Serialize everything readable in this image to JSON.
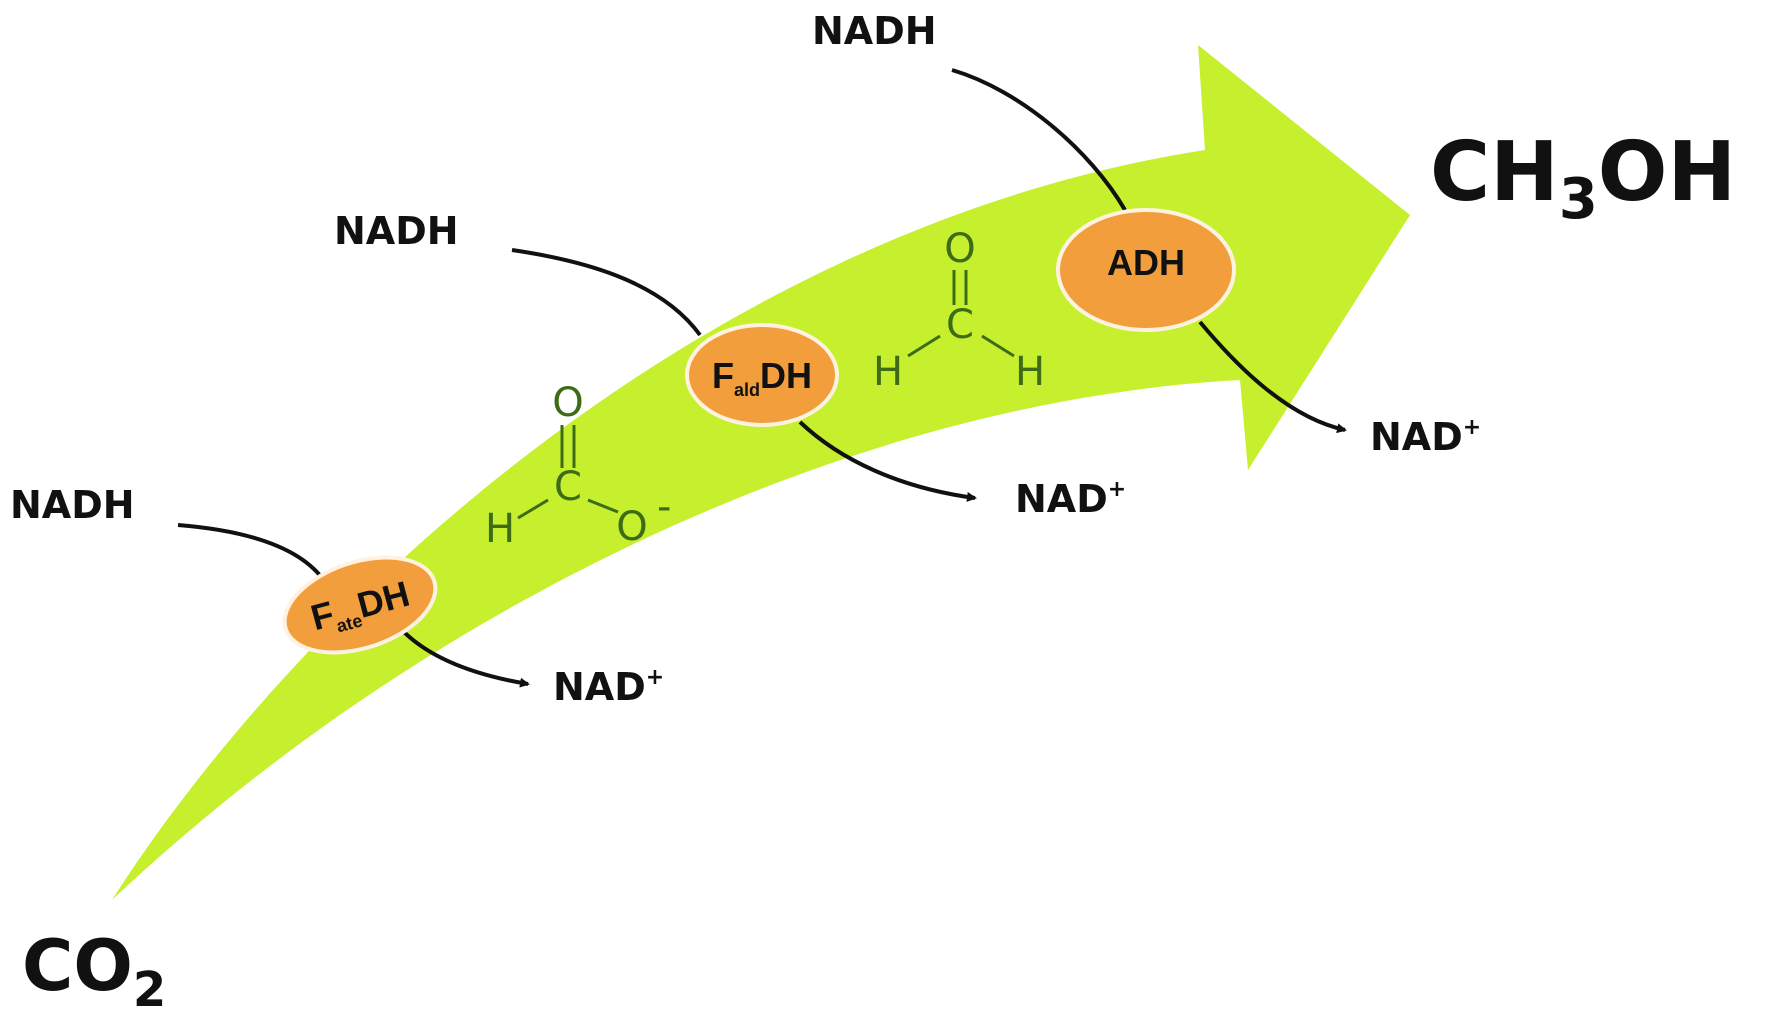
{
  "colors": {
    "arrow": "#c6f02e",
    "enzyme_fill": "#f29e3c",
    "enzyme_stroke": "#fff2e0",
    "molecule": "#3d6b16",
    "text": "#111111"
  },
  "substrate": {
    "main": "CO",
    "sub": "2"
  },
  "product": {
    "main1": "CH",
    "sub": "3",
    "main2": "OH"
  },
  "steps": [
    {
      "enzyme": {
        "prefix": "F",
        "sub": "ate",
        "suffix": "DH"
      },
      "cofactor_in": "NADH",
      "cofactor_out": "NAD",
      "cofactor_out_sup": "+"
    },
    {
      "enzyme": {
        "prefix": "F",
        "sub": "ald",
        "suffix": "DH"
      },
      "cofactor_in": "NADH",
      "cofactor_out": "NAD",
      "cofactor_out_sup": "+"
    },
    {
      "enzyme": {
        "prefix": "",
        "sub": "",
        "suffix": "ADH"
      },
      "cofactor_in": "NADH",
      "cofactor_out": "NAD",
      "cofactor_out_sup": "+"
    }
  ],
  "intermediates": {
    "formate": {
      "o_top": "O",
      "c": "C",
      "h": "H",
      "o_minus": "O",
      "charge": "-"
    },
    "formaldehyde": {
      "o_top": "O",
      "c": "C",
      "h_left": "H",
      "h_right": "H"
    }
  }
}
